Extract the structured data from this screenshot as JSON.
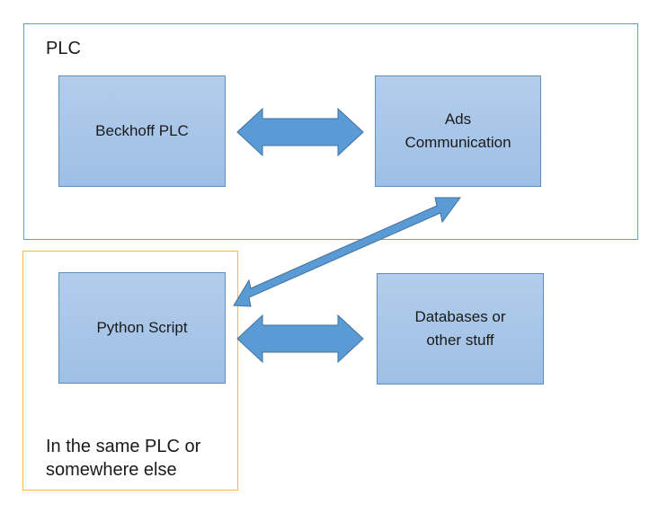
{
  "containers": {
    "plc": {
      "label": "PLC"
    },
    "script_host": {
      "label": "In the same PLC or\nsomewhere else"
    }
  },
  "nodes": {
    "beckhoff": {
      "label": "Beckhoff PLC"
    },
    "ads": {
      "label": "Ads\nCommunication"
    },
    "python": {
      "label": "Python Script"
    },
    "databases": {
      "label": "Databases or\nother stuff"
    }
  },
  "connectors": [
    {
      "from": "beckhoff",
      "to": "ads",
      "direction": "both"
    },
    {
      "from": "python",
      "to": "ads",
      "direction": "both"
    },
    {
      "from": "python",
      "to": "databases",
      "direction": "both"
    }
  ],
  "colors": {
    "plc_border": "#5ea3d6",
    "script_border": "#f2c230",
    "node_fill": "#a9c7e8",
    "node_border": "#5b8fc7",
    "arrow_fill": "#5b9bd5",
    "arrow_stroke": "#41719c"
  }
}
